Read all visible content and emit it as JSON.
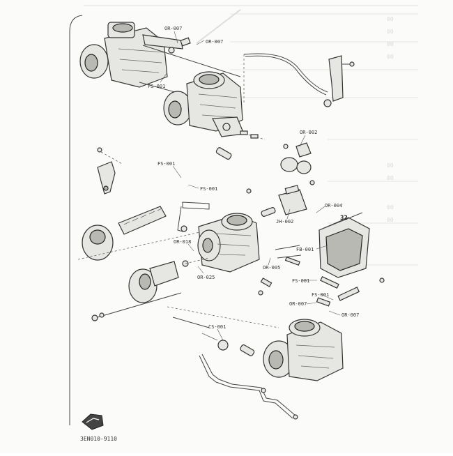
{
  "drawing_code": "3EN010-9110",
  "callout_number": "32",
  "labels": [
    "OR-007",
    "OR-007",
    "FS-001",
    "OR-002",
    "FS-001",
    "FS-001",
    "OR-004",
    "JH-002",
    "FB-001",
    "OR-018",
    "OR-005",
    "OR-025",
    "FS-001",
    "FS-001",
    "OR-007",
    "OR-007",
    "CS-001"
  ],
  "ghost_codes": [
    "00",
    "00",
    "00",
    "00",
    "00",
    "00",
    "00",
    "00"
  ]
}
